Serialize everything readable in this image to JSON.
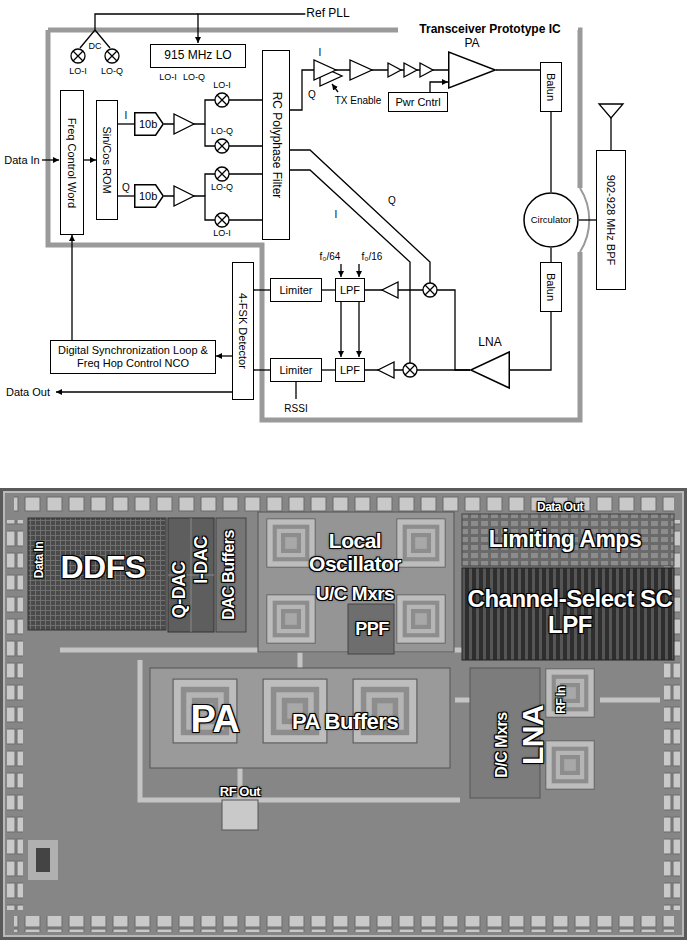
{
  "diagram": {
    "nodes": [
      {
        "text": [
          "915 MHz LO"
        ]
      },
      {
        "text": [
          "Freq Control Word"
        ]
      },
      {
        "text": [
          "Sin/Cos ROM"
        ]
      },
      {
        "text": [
          "10b"
        ]
      },
      {
        "text": [
          "10b"
        ]
      },
      {
        "text": [
          "RC Polyphase Filter"
        ]
      },
      {
        "text": [
          "PA"
        ]
      },
      {
        "text": [
          "Pwr Cntrl"
        ]
      },
      {
        "text": [
          "Balun"
        ]
      },
      {
        "text": [
          "Circulator"
        ]
      },
      {
        "text": [
          "902-928 MHz BPF"
        ]
      },
      {
        "text": [
          "Balun"
        ]
      },
      {
        "text": [
          "LNA"
        ]
      },
      {
        "text": [
          "LPF"
        ]
      },
      {
        "text": [
          "LPF"
        ]
      },
      {
        "text": [
          "Limiter"
        ]
      },
      {
        "text": [
          "Limiter"
        ]
      },
      {
        "text": [
          "4-FSK Detector"
        ]
      },
      {
        "text": [
          "Digital Synchronization Loop & Freq Hop Control NCO"
        ]
      }
    ],
    "edges": [
      {
        "from": 1,
        "to": 2,
        "arrow": "to"
      },
      {
        "from": 2,
        "to": 3,
        "label": "I",
        "arrow": "none"
      },
      {
        "from": 2,
        "to": 4,
        "label": "Q",
        "arrow": "none"
      },
      {
        "from": 3,
        "to": 5,
        "arrow": "none"
      },
      {
        "from": 4,
        "to": 5,
        "arrow": "none"
      },
      {
        "from": 5,
        "to": 6,
        "arrow": "none"
      },
      {
        "from": 7,
        "to": 6,
        "arrow": "to"
      },
      {
        "from": 6,
        "to": 8,
        "arrow": "none"
      },
      {
        "from": 8,
        "to": 9,
        "arrow": "none"
      },
      {
        "from": 9,
        "to": 10,
        "arrow": "none"
      },
      {
        "from": 9,
        "to": 11,
        "arrow": "none"
      },
      {
        "from": 11,
        "to": 12,
        "arrow": "none"
      },
      {
        "from": 12,
        "to": 13,
        "arrow": "none"
      },
      {
        "from": 12,
        "to": 14,
        "arrow": "none"
      },
      {
        "from": 13,
        "to": 15,
        "arrow": "none"
      },
      {
        "from": 14,
        "to": 16,
        "arrow": "none"
      },
      {
        "from": 15,
        "to": 17,
        "arrow": "none"
      },
      {
        "from": 16,
        "to": 17,
        "arrow": "none"
      },
      {
        "from": 17,
        "to": 18,
        "arrow": "to"
      },
      {
        "from": 18,
        "to": 1,
        "arrow": "to"
      }
    ],
    "labels": [
      "Transceiver Prototype IC",
      "Ref PLL",
      "DC",
      "LO-I",
      "LO-Q",
      "LO-I",
      "LO-Q",
      "Data In",
      "LO-I",
      "LO-Q",
      "LO-Q",
      "LO-I",
      "I",
      "Q",
      "TX Enable",
      "Q",
      "I",
      "f₀/64",
      "f₀/16",
      "RSSI",
      "Data Out",
      "Data In",
      "DDFS",
      "Q-DAC",
      "I-DAC",
      "DAC Buffers",
      "Local Oscillator",
      "U/C Mxrs",
      "PPF",
      "Data Out",
      "Limiting Amps",
      "Channel-Select SC LPF",
      "PA",
      "PA Buffers",
      "RF Out",
      "LNA",
      "D/C Mxrs",
      "RF In"
    ]
  }
}
